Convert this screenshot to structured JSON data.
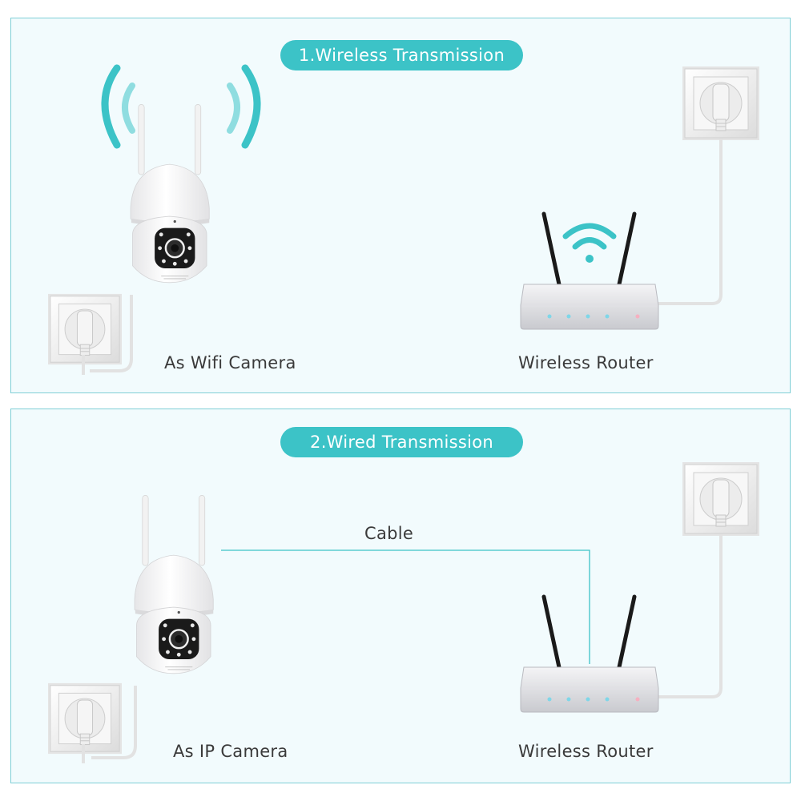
{
  "colors": {
    "accent": "#3cc3c7",
    "panel_border": "#7fcfd6",
    "panel_fill": "#f2fbfd",
    "text": "#3a3a3a",
    "camera_body": "#ffffff",
    "camera_face": "#1a1a1a",
    "router_antenna": "#1a1a1a"
  },
  "panels": [
    {
      "title": "1.Wireless Transmission",
      "camera_label": "As Wifi Camera",
      "router_label": "Wireless Router",
      "icons": [
        "wifi-signal-waves-icon",
        "wifi-icon",
        "power-socket-icon"
      ]
    },
    {
      "title": "2.Wired Transmission",
      "camera_label": "As IP Camera",
      "router_label": "Wireless Router",
      "cable_label": "Cable",
      "icons": [
        "power-socket-icon"
      ]
    }
  ]
}
